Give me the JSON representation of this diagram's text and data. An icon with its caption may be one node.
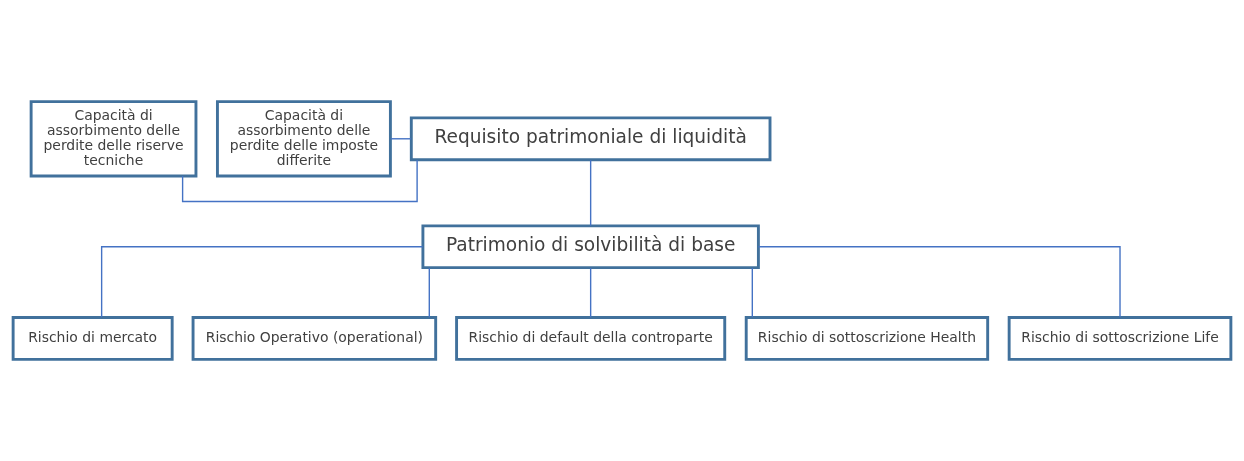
{
  "diagram": {
    "nodes": [
      {
        "text": [
          "Requisito patrimoniale di liquidità"
        ]
      },
      {
        "text": [
          "Capacità di assorbimento delle perdite delle riserve tecniche"
        ]
      },
      {
        "text": [
          "Capacità di assorbimento delle perdite delle imposte differite"
        ]
      },
      {
        "text": [
          "Patrimonio di solvibilità di base"
        ]
      },
      {
        "text": [
          "Rischio di mercato"
        ]
      },
      {
        "text": [
          "Rischio Operativo (operational)"
        ]
      },
      {
        "text": [
          "Rischio di default della controparte"
        ]
      },
      {
        "text": [
          "Rischio di sottoscrizione Health"
        ]
      },
      {
        "text": [
          "Rischio di sottoscrizione Life"
        ]
      }
    ],
    "edges": [
      {
        "from": 0,
        "to": 3,
        "arrow": "none"
      },
      {
        "from": 1,
        "to": 0,
        "arrow": "none"
      },
      {
        "from": 2,
        "to": 0,
        "arrow": "none"
      },
      {
        "from": 3,
        "to": 4,
        "arrow": "none"
      },
      {
        "from": 3,
        "to": 5,
        "arrow": "none"
      },
      {
        "from": 3,
        "to": 6,
        "arrow": "none"
      },
      {
        "from": 3,
        "to": 7,
        "arrow": "none"
      },
      {
        "from": 3,
        "to": 8,
        "arrow": "none"
      }
    ]
  }
}
